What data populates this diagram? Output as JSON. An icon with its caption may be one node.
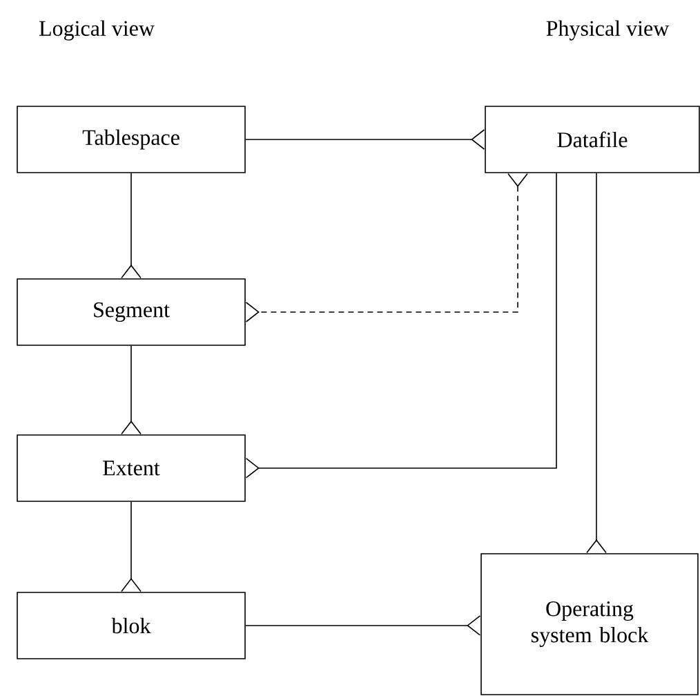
{
  "diagram": {
    "nodes": [
      {
        "text": [
          "Tablespace"
        ]
      },
      {
        "text": [
          "Datafile"
        ]
      },
      {
        "text": [
          "Segment"
        ]
      },
      {
        "text": [
          "Extent"
        ]
      },
      {
        "text": [
          "blok"
        ]
      },
      {
        "text": [
          "Operating system block"
        ]
      }
    ],
    "edges": [
      {
        "from": 0,
        "to": 1,
        "arrow": "other"
      },
      {
        "from": 0,
        "to": 2,
        "arrow": "other"
      },
      {
        "from": 1,
        "to": 2,
        "arrow": "other",
        "style": "dashed"
      },
      {
        "from": 2,
        "to": 3,
        "arrow": "other"
      },
      {
        "from": 1,
        "to": 3,
        "arrow": "other"
      },
      {
        "from": 3,
        "to": 4,
        "arrow": "other"
      },
      {
        "from": 1,
        "to": 5,
        "arrow": "other"
      },
      {
        "from": 4,
        "to": 5,
        "arrow": "other"
      }
    ],
    "labels": [
      "Logical view",
      "Physical view"
    ]
  }
}
